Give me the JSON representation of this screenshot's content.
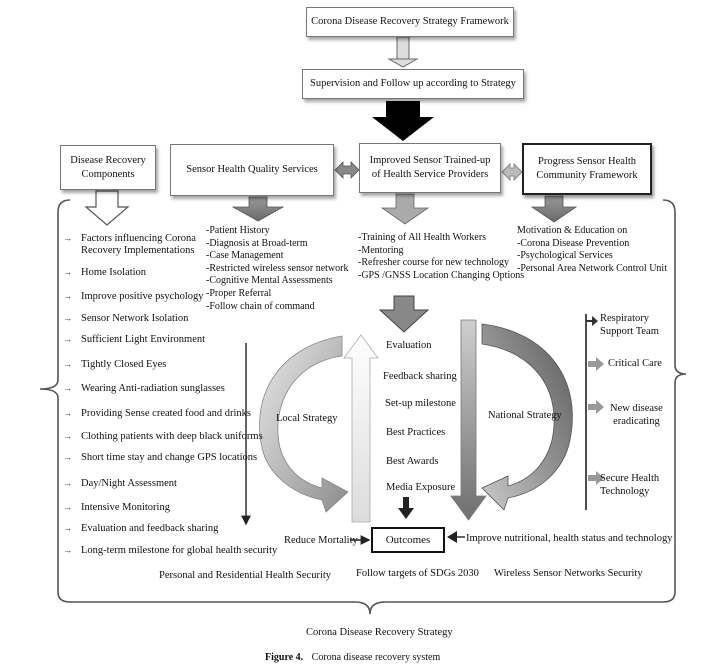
{
  "top": {
    "framework": "Corona Disease Recovery Strategy Framework",
    "supervision": "Supervision and Follow up according to Strategy"
  },
  "headers": {
    "disease_recovery": "Disease Recovery Components",
    "sensor_quality": "Sensor Health Quality Services",
    "improved_sensor": "Improved Sensor Trained-up of Health Service Providers",
    "progress_sensor": "Progress Sensor Health Community Framework"
  },
  "components": [
    "Factors influencing Corona",
    "Recovery Implementations",
    "Home Isolation",
    "Improve positive psychology",
    "Sensor Network Isolation",
    "Sufficient Light Environment",
    "Tightly Closed Eyes",
    "Wearing Anti-radiation sunglasses",
    "Providing Sense created food and drinks",
    "Clothing patients with deep black uniforms",
    "Short time stay and change GPS locations",
    "Day/Night Assessment",
    "Intensive Monitoring",
    "Evaluation and feedback sharing",
    "Long-term milestone for global health security"
  ],
  "quality_services": [
    "-Patient History",
    "-Diagnosis at Broad-term",
    "-Case Management",
    "-Restricted wireless sensor network",
    "-Cognitive Mental Assessments",
    "-Proper Referral",
    "-Follow chain of command"
  ],
  "training": [
    "-Training of All Health Workers",
    "-Mentoring",
    "-Refresher course for new technology",
    "-GPS /GNSS Location Changing Options"
  ],
  "community": [
    "Motivation & Education on",
    "-Corona Disease Prevention",
    "-Psychological Services",
    "-Personal Area Network Control Unit"
  ],
  "center": {
    "evaluation": "Evaluation",
    "steps": [
      "Feedback sharing",
      "Set-up milestone",
      "Best Practices",
      "Best Awards",
      "Media Exposure"
    ],
    "local_strategy": "Local Strategy",
    "national_strategy": "National Strategy",
    "reduce_mortality": "Reduce Mortality",
    "outcomes": "Outcomes",
    "improve": "Improve nutritional, health status and technology"
  },
  "right_list": [
    {
      "lines": [
        "Respiratory",
        "Support Team"
      ]
    },
    {
      "lines": [
        "Critical Care"
      ]
    },
    {
      "lines": [
        "New disease",
        "eradicating"
      ]
    },
    {
      "lines": [
        "Secure Health",
        "Technology"
      ]
    }
  ],
  "footer": {
    "personal": "Personal and Residential Health Security",
    "sdg": "Follow targets of SDGs 2030",
    "wsn": "Wireless Sensor Networks Security",
    "strategy": "Corona Disease Recovery Strategy",
    "caption_label": "Figure 4.",
    "caption_text": "Corona disease recovery system"
  }
}
